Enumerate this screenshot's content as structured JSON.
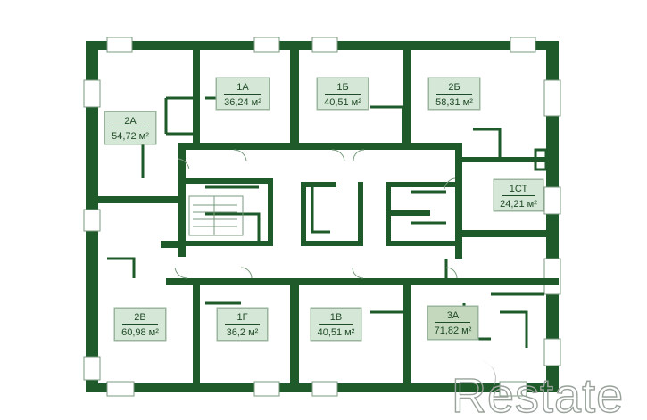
{
  "colors": {
    "wall": "#1e5a2a",
    "label_fill": "#d5e7d6",
    "label_fill_highlight": "#c4d8bd",
    "logo": "#9aa39b"
  },
  "apartments": [
    {
      "id": "apt-1a",
      "code": "1А",
      "area": "36,24 м²"
    },
    {
      "id": "apt-1b",
      "code": "1Б",
      "area": "40,51 м²"
    },
    {
      "id": "apt-2b",
      "code": "2Б",
      "area": "58,31 м²"
    },
    {
      "id": "apt-2a",
      "code": "2А",
      "area": "54,72 м²"
    },
    {
      "id": "apt-1st",
      "code": "1СТ",
      "area": "24,21 м²"
    },
    {
      "id": "apt-2v",
      "code": "2В",
      "area": "60,98 м²"
    },
    {
      "id": "apt-1g",
      "code": "1Г",
      "area": "36,2 м²"
    },
    {
      "id": "apt-1v",
      "code": "1В",
      "area": "40,51 м²"
    },
    {
      "id": "apt-3a",
      "code": "3А",
      "area": "71,82 м²"
    }
  ],
  "logo": {
    "text": "Restate"
  }
}
